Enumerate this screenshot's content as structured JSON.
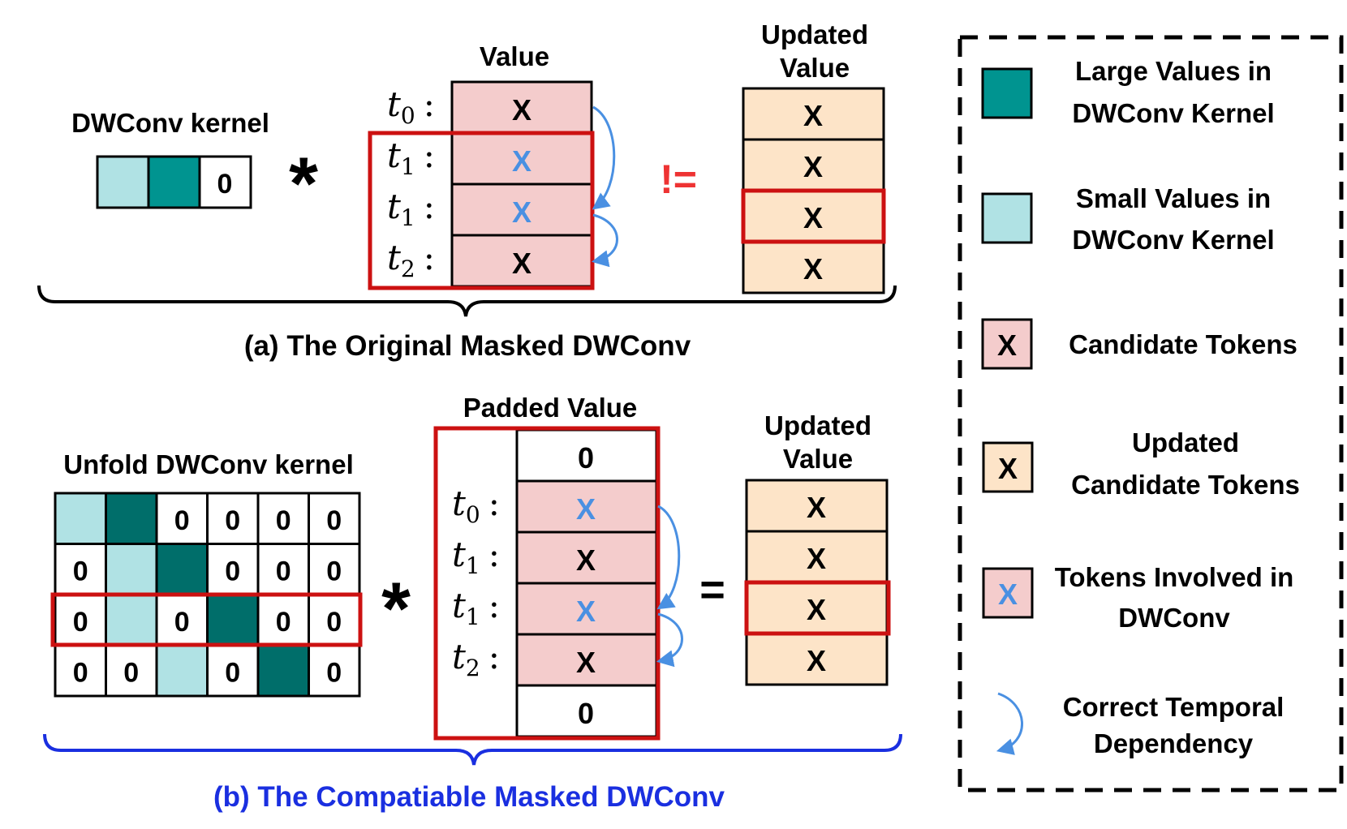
{
  "colors": {
    "large_kernel": "#009490",
    "large_kernel_unfold": "#006e6a",
    "small_kernel": "#b0e2e4",
    "candidate": "#f4cccc",
    "updated": "#fde4c8",
    "highlight_red": "#cc1111",
    "arrow_blue": "#4a90e2",
    "involved_x_blue": "#4a90e2",
    "caption_b_blue": "#1a2fe0",
    "neq_red": "#ee3333"
  },
  "panel_a": {
    "kernel_label": "DWConv kernel",
    "kernel_cells": [
      "small",
      "large",
      "0"
    ],
    "op": "*",
    "value_title": "Value",
    "value_rows": [
      {
        "t": "t",
        "sub": "0",
        "x": "X",
        "involved": false
      },
      {
        "t": "t",
        "sub": "1",
        "x": "X",
        "involved": true
      },
      {
        "t": "t",
        "sub": "1",
        "x": "X",
        "involved": true
      },
      {
        "t": "t",
        "sub": "2",
        "x": "X",
        "involved": false
      }
    ],
    "relation": "!=",
    "updated_title_line1": "Updated",
    "updated_title_line2": "Value",
    "updated_rows": [
      "X",
      "X",
      "X",
      "X"
    ],
    "caption": "(a) The Original Masked DWConv"
  },
  "panel_b": {
    "kernel_label": "Unfold DWConv kernel",
    "kernel_grid": [
      [
        "small",
        "large",
        "0",
        "0",
        "0",
        "0"
      ],
      [
        "0",
        "small",
        "large",
        "0",
        "0",
        "0"
      ],
      [
        "0",
        "small",
        "0",
        "large",
        "0",
        "0"
      ],
      [
        "0",
        "0",
        "small",
        "0",
        "large",
        "0"
      ]
    ],
    "op": "*",
    "padded_title": "Padded Value",
    "pad_value": "0",
    "value_rows": [
      {
        "t": "t",
        "sub": "0",
        "x": "X",
        "involved": true
      },
      {
        "t": "t",
        "sub": "1",
        "x": "X",
        "involved": false
      },
      {
        "t": "t",
        "sub": "1",
        "x": "X",
        "involved": true
      },
      {
        "t": "t",
        "sub": "2",
        "x": "X",
        "involved": false
      }
    ],
    "relation": "=",
    "updated_title_line1": "Updated",
    "updated_title_line2": "Value",
    "updated_rows": [
      "X",
      "X",
      "X",
      "X"
    ],
    "caption": "(b) The Compatiable Masked DWConv"
  },
  "legend": {
    "items": [
      {
        "icon": "large-kernel-swatch",
        "line1": "Large Values in",
        "line2": "DWConv Kernel"
      },
      {
        "icon": "small-kernel-swatch",
        "line1": "Small Values in",
        "line2": "DWConv Kernel"
      },
      {
        "icon": "candidate-token-swatch",
        "mark": "X",
        "line1": "Candidate Tokens"
      },
      {
        "icon": "updated-token-swatch",
        "mark": "X",
        "line1": "Updated",
        "line2": "Candidate Tokens"
      },
      {
        "icon": "involved-token-swatch",
        "mark": "X",
        "line1": "Tokens Involved in",
        "line2": "DWConv"
      },
      {
        "icon": "curved-arrow-icon",
        "line1": "Correct Temporal",
        "line2": "Dependency"
      }
    ]
  }
}
